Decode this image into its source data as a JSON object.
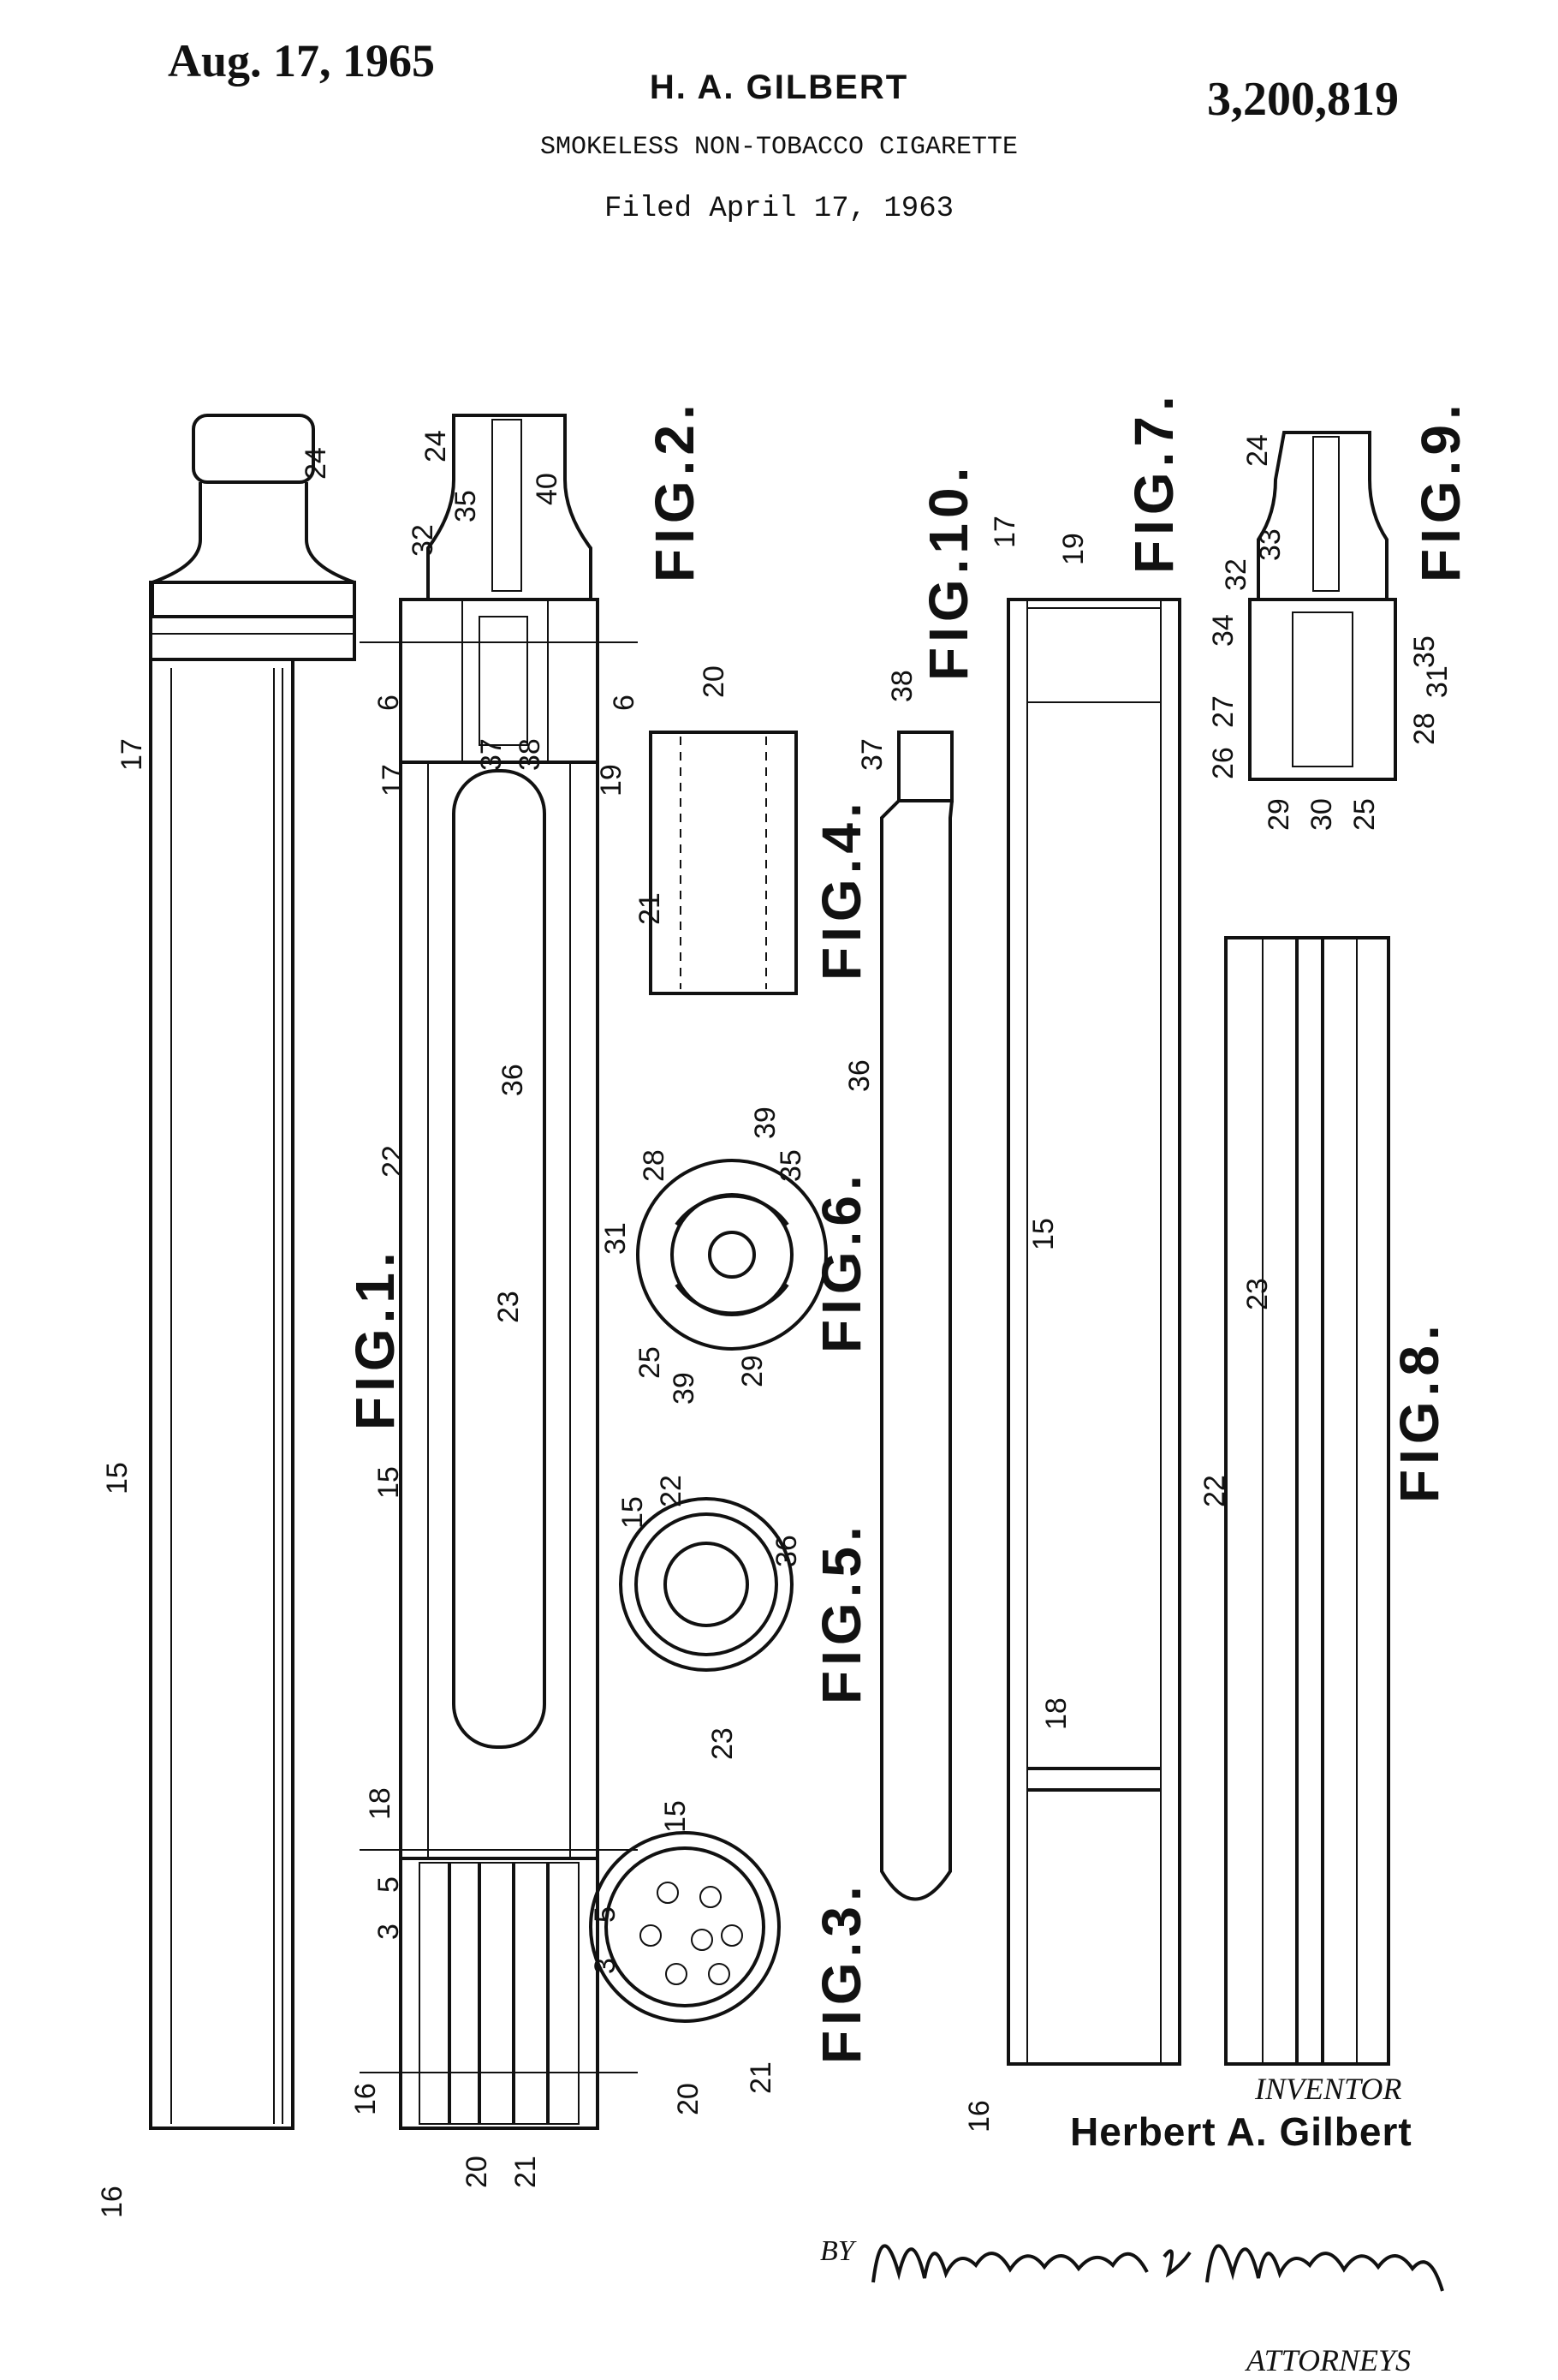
{
  "header": {
    "date": "Aug. 17, 1965",
    "inventor_name": "H. A. GILBERT",
    "patent_number": "3,200,819",
    "title": "SMOKELESS NON-TOBACCO CIGARETTE",
    "filed": "Filed April 17, 1963"
  },
  "figures": {
    "fig1": "FIG.1.",
    "fig2": "FIG.2.",
    "fig3": "FIG.3.",
    "fig4": "FIG.4.",
    "fig5": "FIG.5.",
    "fig6": "FIG.6.",
    "fig7": "FIG.7.",
    "fig8": "FIG.8.",
    "fig9": "FIG.9.",
    "fig10": "FIG.10."
  },
  "refs": {
    "r15": "15",
    "r16": "16",
    "r17": "17",
    "r18": "18",
    "r19": "19",
    "r20": "20",
    "r21": "21",
    "r22": "22",
    "r23": "23",
    "r24": "24",
    "r25": "25",
    "r26": "26",
    "r27": "27",
    "r28": "28",
    "r29": "29",
    "r30": "30",
    "r31": "31",
    "r32": "32",
    "r33": "33",
    "r34": "34",
    "r35": "35",
    "r36": "36",
    "r37": "37",
    "r38": "38",
    "r39": "39",
    "r40": "40",
    "r6": "6",
    "r3": "3",
    "r5": "5"
  },
  "footer": {
    "inventor_label": "INVENTOR",
    "inventor_full": "Herbert A. Gilbert",
    "by": "BY",
    "signature": "Mawhinney & Mawhinney",
    "attorneys": "ATTORNEYS"
  }
}
